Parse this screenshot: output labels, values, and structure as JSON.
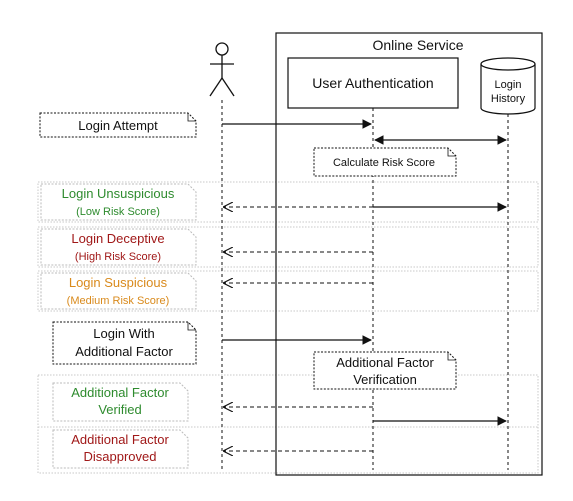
{
  "service": {
    "title": "Online Service"
  },
  "participants": {
    "auth": "User Authentication",
    "db_line1": "Login",
    "db_line2": "History"
  },
  "messages": {
    "login_attempt": "Login Attempt",
    "calc_risk": "Calculate Risk Score",
    "unsuspicious_l1": "Login Unsuspicious",
    "unsuspicious_l2": "(Low Risk Score)",
    "deceptive_l1": "Login Deceptive",
    "deceptive_l2": "(High Risk Score)",
    "suspicious_l1": "Login Suspicious",
    "suspicious_l2": "(Medium Risk Score)",
    "additional_l1": "Login With",
    "additional_l2": "Additional Factor",
    "verification_l1": "Additional Factor",
    "verification_l2": "Verification",
    "verified_l1": "Additional Factor",
    "verified_l2": "Verified",
    "disapproved_l1": "Additional Factor",
    "disapproved_l2": "Disapproved"
  },
  "colors": {
    "green": "#2e8b2e",
    "red": "#a01818",
    "orange": "#d98a1c",
    "black": "#111111",
    "group_border": "#c8c8c8"
  },
  "icons": {
    "actor": "stick-figure-icon",
    "database": "cylinder-icon"
  }
}
